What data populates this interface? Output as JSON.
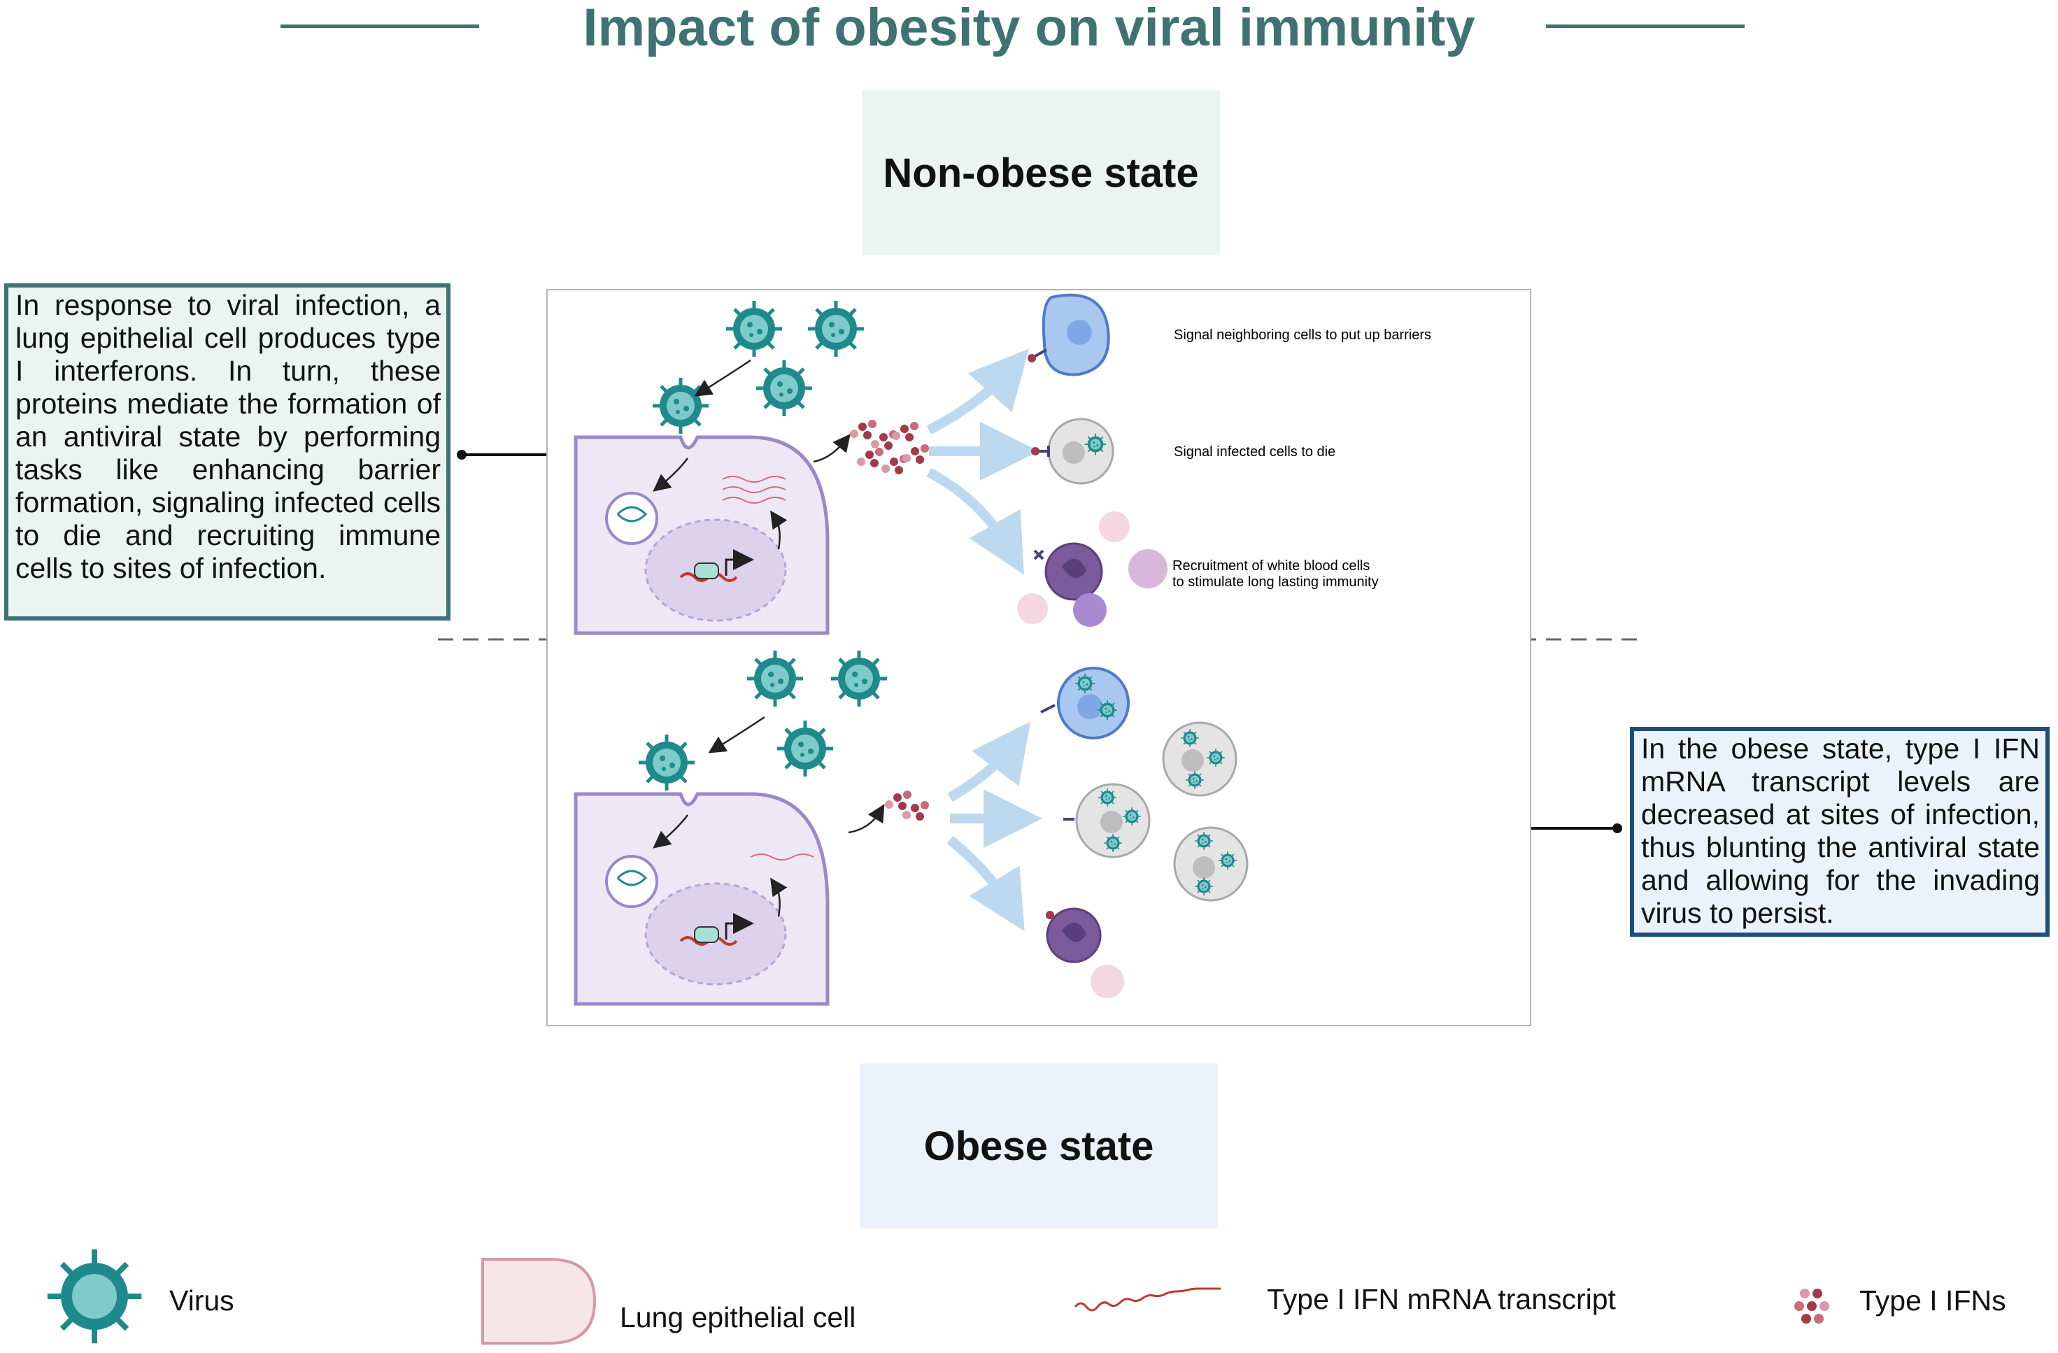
{
  "title": "Impact of obesity on viral immunity",
  "colors": {
    "title": "#3f7272",
    "non_obese_bg": "#ebf4f1",
    "obese_bg": "#ebf2fb",
    "left_box_border": "#3f7272",
    "right_box_border": "#1f4e79",
    "virus": "#1e8a8c",
    "ifn": "#a23a4a",
    "cell_membrane": "#9b88c9",
    "arrow": "#bcd9f0"
  },
  "states": {
    "non_obese": "Non-obese state",
    "obese": "Obese state"
  },
  "descriptions": {
    "non_obese": "In response to viral infection, a lung epithelial cell produces type I  interferons. In turn, these proteins mediate the formation of an antiviral state by performing tasks like enhancing barrier formation, signaling infected cells to die and recruiting immune cells to sites of infection.",
    "obese": "In the obese state, type I IFN mRNA transcript levels are decreased at sites of infection, thus blunting the antiviral state and allowing for the invading virus to persist."
  },
  "outcomes": {
    "barriers": "Signal neighboring cells to put up barriers",
    "die": "Signal infected cells to die",
    "recruit_line1": "Recruitment  of  white  blood  cells",
    "recruit_line2": "to stimulate long lasting immunity"
  },
  "legend": {
    "virus": "Virus",
    "lung_cell": "Lung epithelial cell",
    "mrna": "Type I IFN mRNA transcript",
    "ifns": "Type I IFNs"
  },
  "icons": [
    "virus-icon",
    "interferon-cluster-icon",
    "mrna-transcript-icon",
    "lung-epithelial-cell-icon",
    "immune-cell-icon",
    "dna-icon"
  ]
}
